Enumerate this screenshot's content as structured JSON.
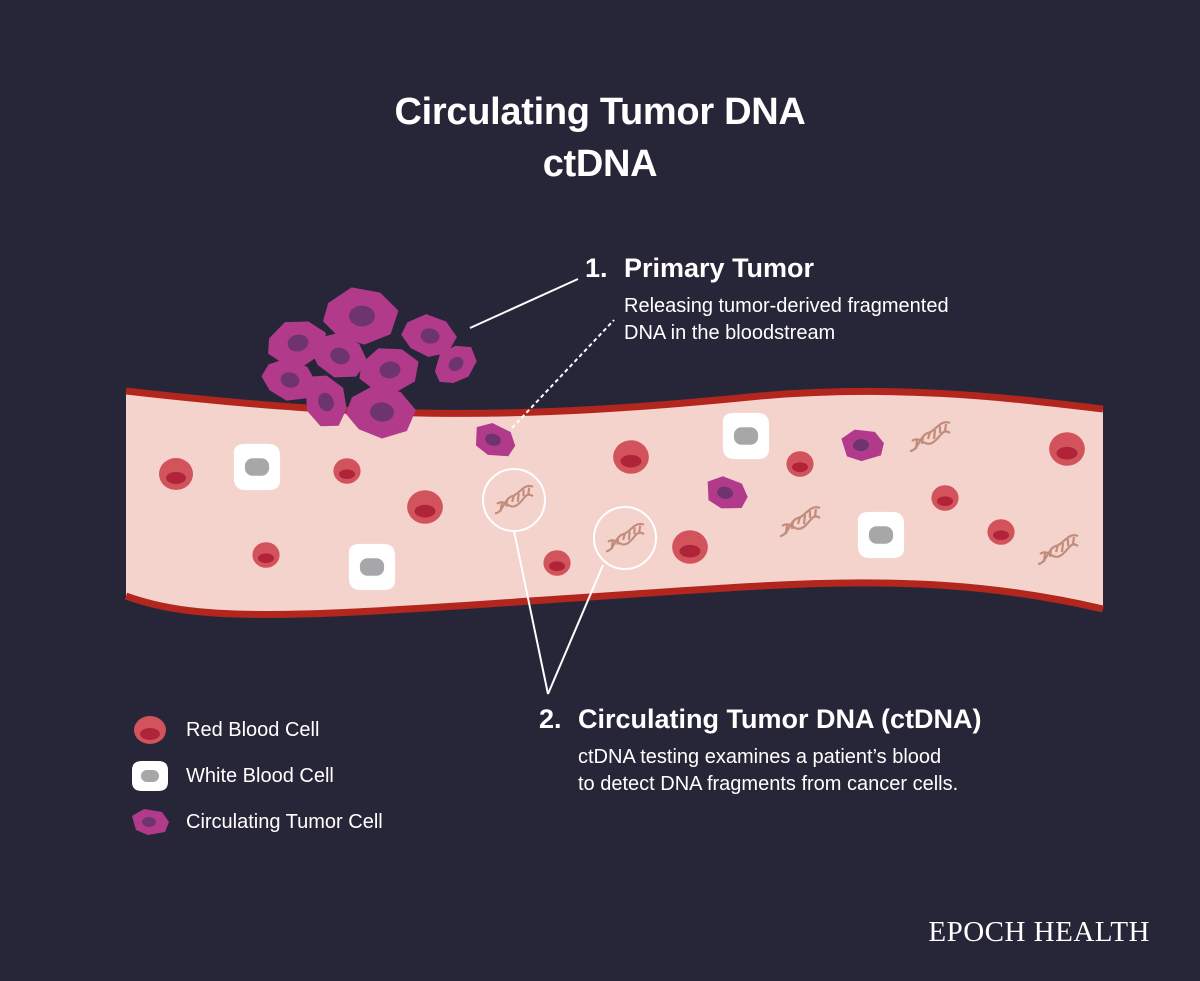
{
  "title": {
    "line1": "Circulating Tumor DNA",
    "line2": "ctDNA"
  },
  "callouts": [
    {
      "number": "1.",
      "heading": "Primary Tumor",
      "description_line1": "Releasing tumor-derived fragmented",
      "description_line2": "DNA in the bloodstream"
    },
    {
      "number": "2.",
      "heading": "Circulating Tumor DNA (ctDNA)",
      "description_line1": "ctDNA testing examines a patient’s blood",
      "description_line2": "to detect DNA fragments from cancer cells."
    }
  ],
  "legend": [
    {
      "label": "Red Blood Cell",
      "icon": "red-blood-cell-icon"
    },
    {
      "label": "White Blood Cell",
      "icon": "white-blood-cell-icon"
    },
    {
      "label": "Circulating Tumor Cell",
      "icon": "circulating-tumor-cell-icon"
    }
  ],
  "brand": "EPOCH HEALTH",
  "colors": {
    "background": "#272638",
    "vessel_fill": "#f4d3cd",
    "vessel_wall": "#b3261e",
    "red_cell": "#d3535d",
    "red_cell_core": "#b0243a",
    "white_cell": "#ffffff",
    "white_cell_core": "#a7a7a9",
    "tumor_cell": "#b23a8a",
    "tumor_cell_core": "#6e3470",
    "dna": "#c28c7c"
  }
}
